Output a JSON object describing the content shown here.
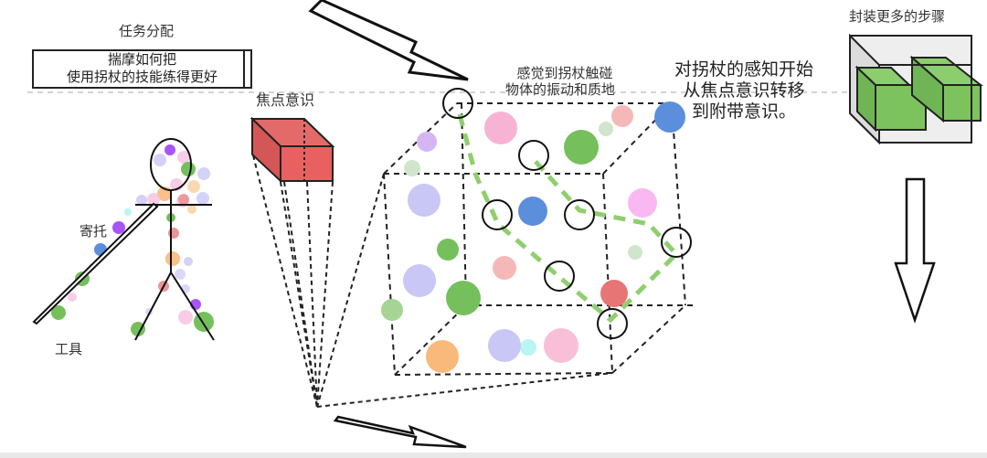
{
  "labels": {
    "task_allocation": "任务分配",
    "task_box_line1": "揣摩如何把",
    "task_box_line2": "使用拐杖的技能练得更好",
    "focal_awareness": "焦点意识",
    "delegate": "寄托",
    "tool": "工具",
    "feel_vibration_line1": "感觉到拐杖触碰",
    "feel_vibration_line2": "物体的振动和质地",
    "perception_shift_line1": "对拐杖的感知开始",
    "perception_shift_line2": "从焦点意识转移",
    "perception_shift_line3": "到附带意识。",
    "encapsulate_steps": "封装更多的步骤"
  },
  "colors": {
    "focal_box": "#e05a5a",
    "encapsulated_blocks": "#7cc35e",
    "path_dashes": "#8fcf6e",
    "outline": "#111111"
  }
}
